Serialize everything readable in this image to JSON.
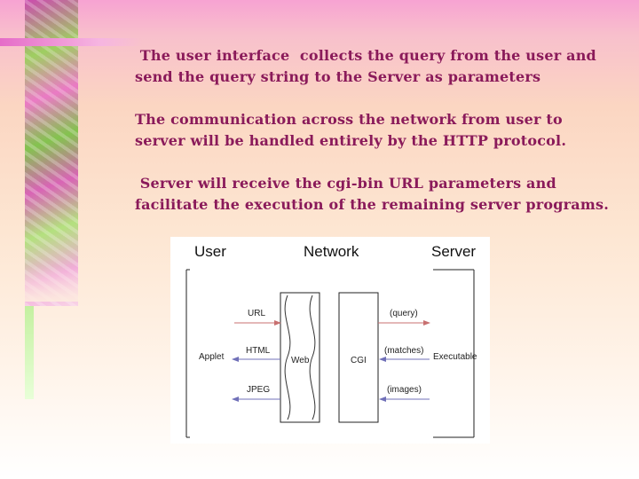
{
  "paragraphs": [
    " The user interface  collects the query from the user and\nsend the query string to the Server as parameters",
    "The communication across the network from user to\nserver will be handled entirely by the HTTP protocol.",
    " Server will receive the cgi-bin URL parameters and\nfacilitate the execution of the remaining server programs."
  ],
  "diagram": {
    "headers": {
      "user": "User",
      "network": "Network",
      "server": "Server"
    },
    "nodes": {
      "applet": "Applet",
      "web": "Web",
      "cgi": "CGI",
      "executable": "Executable"
    },
    "user_side": {
      "url": "URL",
      "html": "HTML",
      "jpeg": "JPEG"
    },
    "server_side": {
      "query": "(query)",
      "matches": "(matches)",
      "images": "(images)"
    }
  },
  "colors": {
    "text": "#8a1a5a",
    "request_arrow": "#c87070",
    "response_arrow": "#7070b8"
  }
}
